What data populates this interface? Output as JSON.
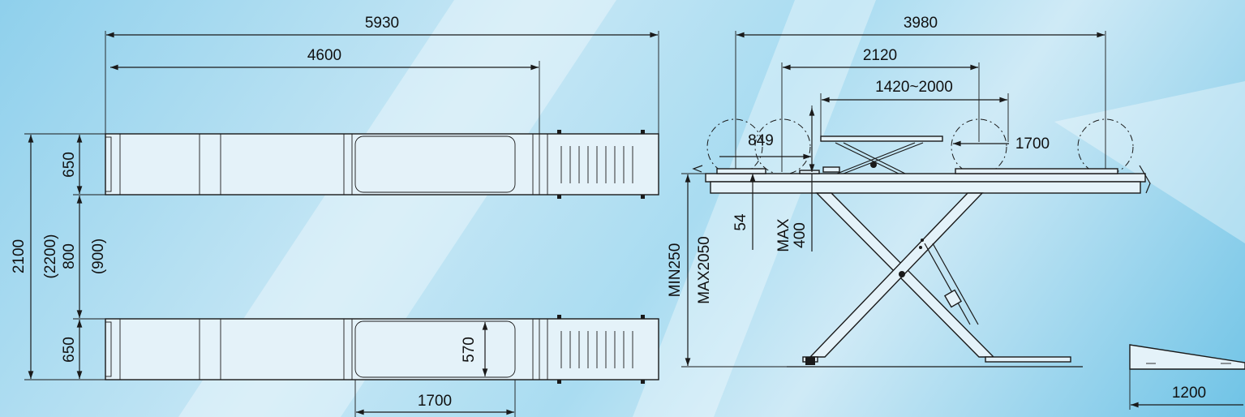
{
  "top_view": {
    "overall_length": "5930",
    "platform_length": "4600",
    "platform_width": "650",
    "platform_width_lower": "650",
    "total_width": "2100",
    "total_width_alt": "(2200)",
    "gap": "800",
    "gap_alt": "(900)",
    "plate_width": "570",
    "plate_length": "1700"
  },
  "side_view": {
    "wheelbase_max": "3980",
    "wheelbase_mid": "2120",
    "adjustable_range": "1420~2000",
    "offset_849": "849",
    "platform_1700": "1700",
    "thickness": "54",
    "max_lift": "MAX",
    "max_lift_value": "400",
    "min_height": "MIN250",
    "max_height": "MAX2050"
  },
  "ramp": {
    "length": "1200"
  },
  "colors": {
    "background_light": "#cfeaf6",
    "background_dark": "#6fc3e6",
    "line": "#1a1a1a"
  }
}
